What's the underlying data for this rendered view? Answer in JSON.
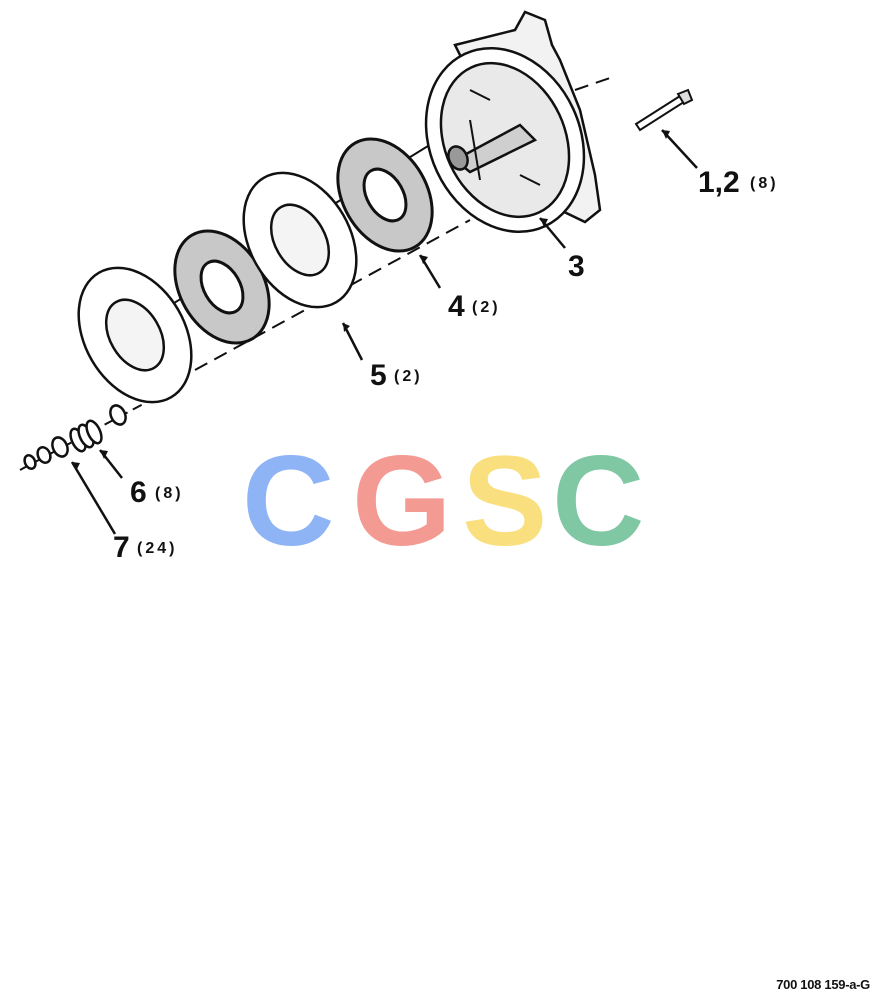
{
  "callouts": [
    {
      "id": "1,2",
      "qty": "(8)",
      "part": "bolt"
    },
    {
      "id": "3",
      "qty": "",
      "part": "housing"
    },
    {
      "id": "4",
      "qty": "(2)",
      "part": "friction-disc"
    },
    {
      "id": "5",
      "qty": "(2)",
      "part": "pressure-plate"
    },
    {
      "id": "6",
      "qty": "(8)",
      "part": "spring"
    },
    {
      "id": "7",
      "qty": "(24)",
      "part": "washer"
    }
  ],
  "watermark": {
    "letters": [
      "C",
      "G",
      "S",
      "C"
    ],
    "colors": [
      "#8fb4f6",
      "#f39a92",
      "#fadf7e",
      "#80c7a4"
    ]
  },
  "figure_id": "700 108 159-a-G"
}
